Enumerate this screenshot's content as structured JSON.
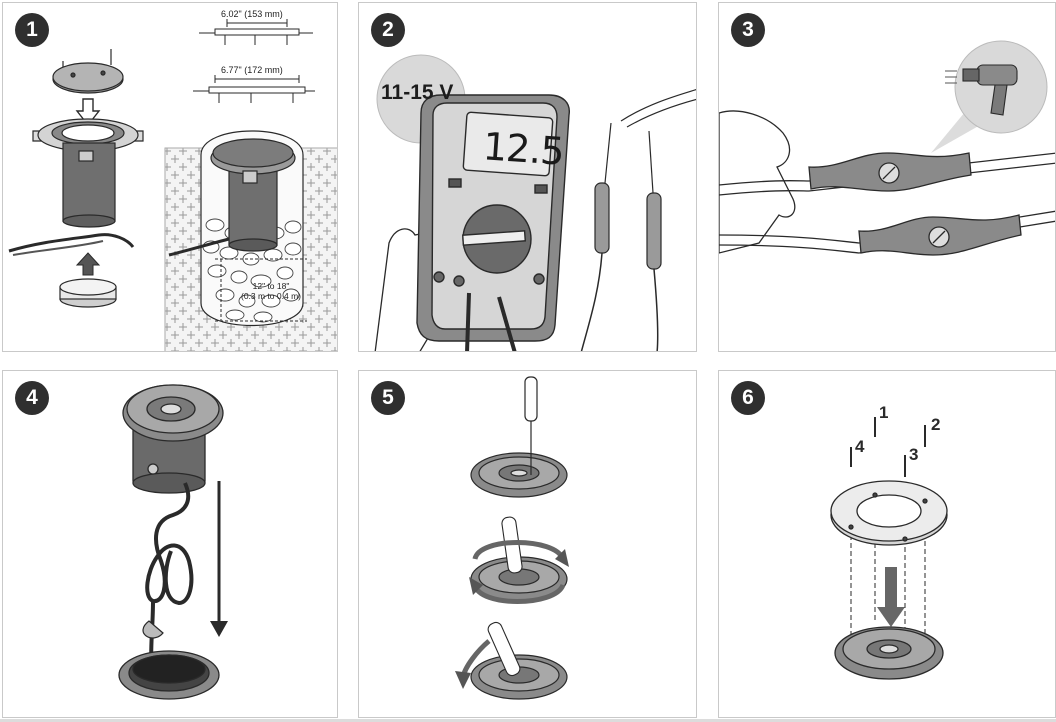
{
  "steps": [
    {
      "number": "1"
    },
    {
      "number": "2"
    },
    {
      "number": "3"
    },
    {
      "number": "4"
    },
    {
      "number": "5"
    },
    {
      "number": "6"
    }
  ],
  "step1": {
    "width_small": "6.02\" (153 mm)",
    "width_large": "6.77\" (172 mm)",
    "depth_line1": "12\" to 18\"",
    "depth_line2": "(0.3 m to 0.4 m)"
  },
  "step2": {
    "voltage_range": "11-15 V",
    "meter_reading": "12.5"
  },
  "step6": {
    "screw_labels": [
      "1",
      "2",
      "3",
      "4"
    ]
  },
  "colors": {
    "badge": "#2f2f2f",
    "line": "#2a2a2a",
    "metal_dark": "#6b6b6b",
    "metal_mid": "#9a9a9a",
    "metal_light": "#c8c8c8",
    "callout_bg": "#d9d9d9"
  }
}
